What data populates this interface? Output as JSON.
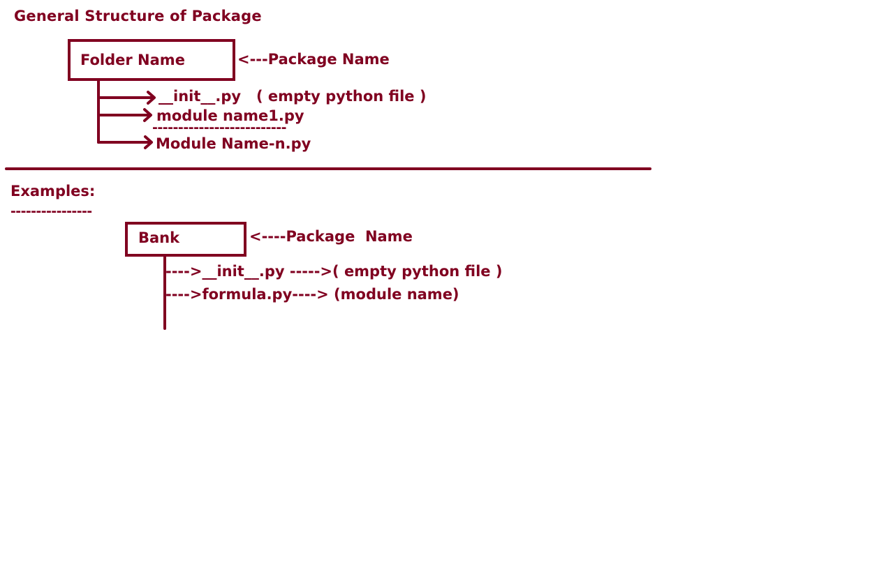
{
  "colors": {
    "ink": "#800020",
    "background": "#ffffff"
  },
  "general": {
    "title": "General Structure of Package",
    "folder_box_label": "Folder Name",
    "package_note": "<---Package Name",
    "items": [
      "__init__.py   ( empty python file )",
      "module name1.py",
      "--------------------------",
      "Module Name-n.py"
    ]
  },
  "examples": {
    "heading": "Examples:",
    "heading_underline": "----------------",
    "bank_box_label": "Bank",
    "package_note": "<----Package  Name",
    "items": [
      "---->__init__.py ----->( empty python file )",
      "---->formula.py----> (module name)"
    ]
  }
}
